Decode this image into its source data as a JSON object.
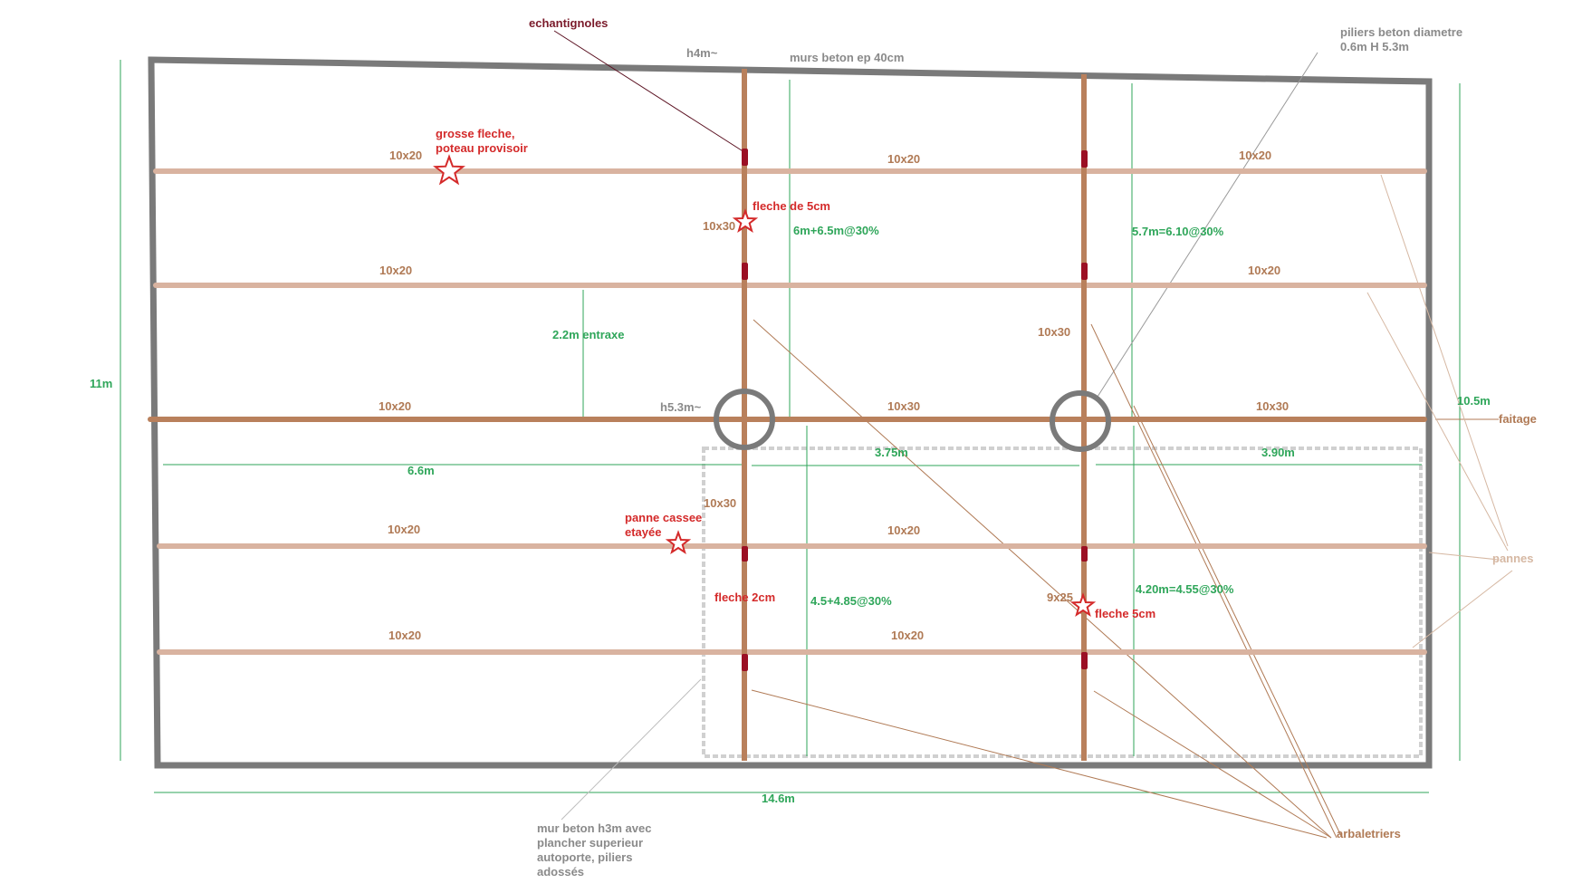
{
  "colors": {
    "wall": "#7a7a7a",
    "purlin": "#d9b3a0",
    "ridge": "#b9805c",
    "rafter": "#b9805c",
    "dimension": "#2fa65a",
    "annotation_red": "#d42a2a",
    "echantignole": "#9b0f24",
    "leader_dark": "#5a1020",
    "leader_wood": "#b07a55",
    "leader_grey": "#9a9a9a",
    "interior_wall": "#cfcfcf"
  },
  "labels": {
    "echantignoles": "echantignoles",
    "h4m": "h4m~",
    "murs_beton": "murs beton ep 40cm",
    "piliers_line1": "piliers beton diametre",
    "piliers_line2": "0.6m H 5.3m",
    "grosse_fleche_line1": "grosse fleche,",
    "grosse_fleche_line2": "poteau provisoir",
    "fleche_5cm_top": "fleche de 5cm",
    "span_left_top": "6m+6.5m@30%",
    "span_right_top": "5.7m=6.10@30%",
    "entraxe": "2.2m entraxe",
    "h53": "h5.3m~",
    "dim_11m": "11m",
    "dim_105m": "10.5m",
    "faitage": "faitage",
    "dim_66m": "6.6m",
    "dim_375m": "3.75m",
    "dim_390m": "3.90m",
    "panne_cassee_line1": "panne cassee",
    "panne_cassee_line2": "etayée",
    "fleche_2cm": "fleche 2cm",
    "span_left_bottom": "4.5+4.85@30%",
    "span_right_bottom": "4.20m=4.55@30%",
    "fleche_5cm_bottom": "fleche 5cm",
    "pannes": "pannes",
    "dim_146m": "14.6m",
    "mur_beton_line1": "mur beton h3m avec",
    "mur_beton_line2": "plancher superieur",
    "mur_beton_line3": "autoporte, piliers",
    "mur_beton_line4": "adossés",
    "arbaletriers": "arbaletriers"
  },
  "sections": {
    "p1_left": "10x20",
    "p1_mid": "10x20",
    "p1_right": "10x20",
    "p2_left": "10x20",
    "p2_right": "10x20",
    "ridge_left": "10x20",
    "ridge_mid": "10x30",
    "ridge_right": "10x30",
    "p4_left": "10x20",
    "p4_mid": "10x20",
    "p5_left": "10x20",
    "p5_mid": "10x20",
    "rafter_l_top": "10x30",
    "rafter_r_top": "10x30",
    "rafter_l_bottom": "10x30",
    "rafter_r_bottom": "9x25"
  }
}
